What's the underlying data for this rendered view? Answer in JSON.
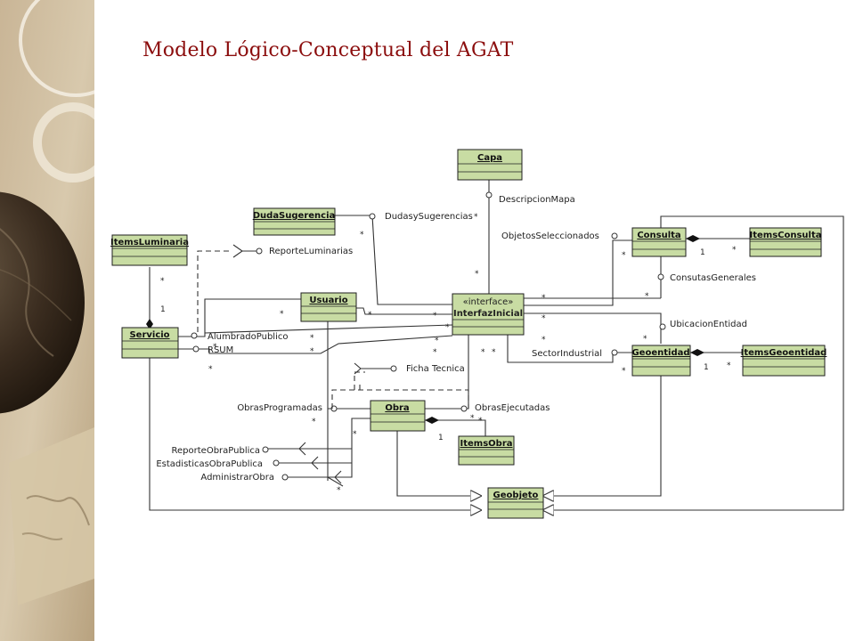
{
  "slide": {
    "title": "Modelo Lógico-Conceptual del AGAT",
    "title_color": "#8b0d0d",
    "sidebar_decoration": "globe and world map photograph"
  },
  "diagram": {
    "classes": {
      "capa": "Capa",
      "dudasugerencia": "DudaSugerencia",
      "itemsluminaria": "ItemsLuminaria",
      "usuario": "Usuario",
      "servicio": "Servicio",
      "interfaz_stereotype": "«interface»",
      "interfaz_name": "InterfazInicial",
      "consulta": "Consulta",
      "itemsconsulta": "ItemsConsulta",
      "geoentidad": "Geoentidad",
      "itemsgeoentidad": "ItemsGeoentidad",
      "obra": "Obra",
      "itemsobra": "ItemsObra",
      "geobjeto": "Geobjeto"
    },
    "labels": {
      "descripcionmapa": "DescripcionMapa",
      "dudasysugerencias": "DudasySugerencias",
      "objetosseleccionados": "ObjetosSeleccionados",
      "reporteluminarias": "ReporteLuminarias",
      "consutasgenerales": "ConsutasGenerales",
      "ubicacionentidad": "UbicacionEntidad",
      "alumbradopublico": "AlumbradoPublico",
      "rsum": "RSUM",
      "sectorindustrial": "SectorIndustrial",
      "fichatecnica": "Ficha Tecnica",
      "obrasprogramadas": "ObrasProgramadas",
      "obrasejecutadas": "ObrasEjecutadas",
      "reporteobrapublica": "ReporteObraPublica",
      "estadisticasobrapublica": "EstadisticasObraPublica",
      "administrarobra": "AdministrarObra"
    },
    "multiplicities": {
      "star": "*",
      "one": "1"
    },
    "colors": {
      "class_fill": "#c8dca3",
      "class_stroke": "#1f1f1f",
      "line": "#333333"
    }
  }
}
